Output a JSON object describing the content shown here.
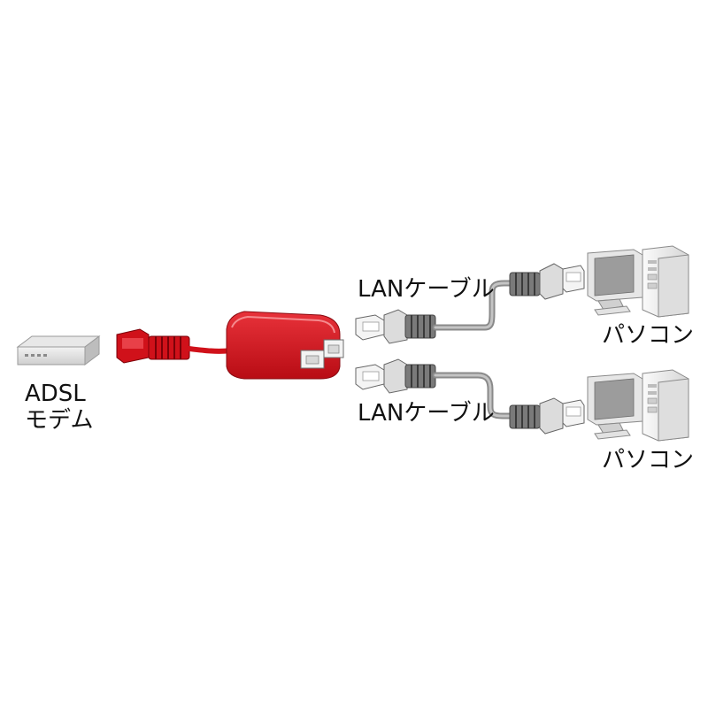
{
  "labels": {
    "modem_line1": "ADSL",
    "modem_line2": "モデム",
    "cable_top": "LANケーブル",
    "cable_bottom": "LANケーブル",
    "pc_top": "パソコン",
    "pc_bottom": "パソコン"
  },
  "colors": {
    "splitter": "#d0111a",
    "splitter_cable": "#d0111a",
    "lan_cable": "#8a8a8a",
    "device_gray": "#c8c8c8"
  }
}
